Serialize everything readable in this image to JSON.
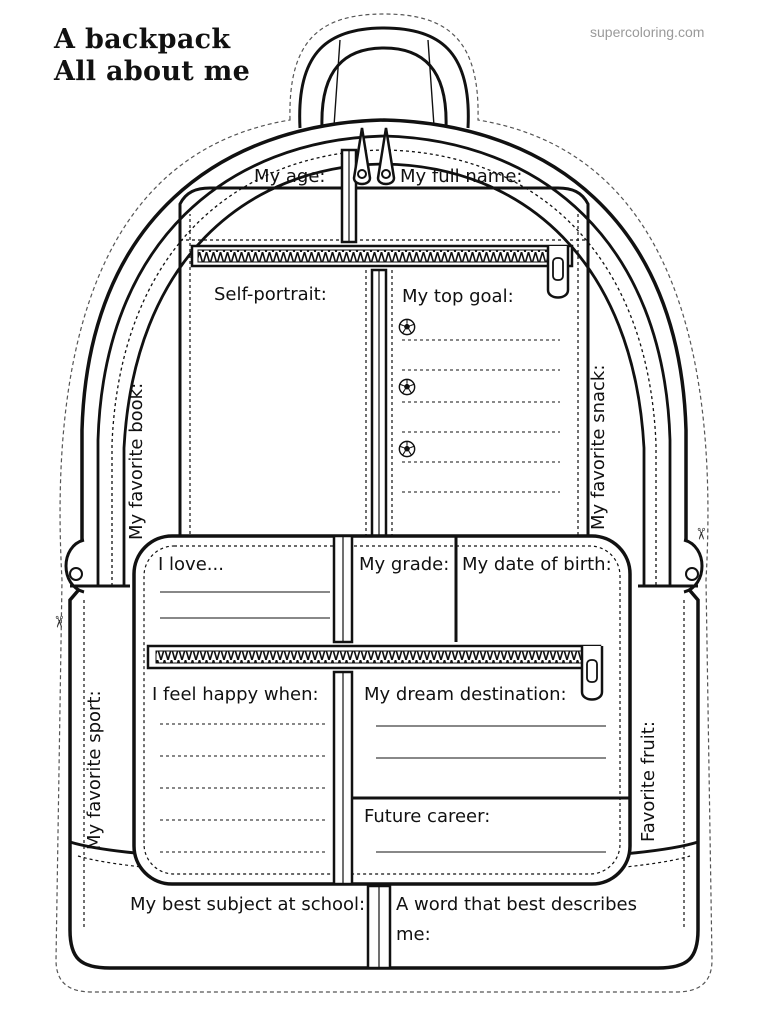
{
  "header": {
    "title_line1": "A backpack",
    "title_line2": "All about me",
    "site": "supercoloring.com"
  },
  "labels": {
    "age": "My age:",
    "full_name": "My full name:",
    "self_portrait": "Self-portrait:",
    "top_goal": "My top goal:",
    "favorite_book": "My favorite book:",
    "favorite_snack": "My favorite snack:",
    "i_love": "I love...",
    "grade": "My grade:",
    "date_of_birth": "My date of birth:",
    "feel_happy": "I feel happy when:",
    "dream_destination": "My dream destination:",
    "favorite_sport": "My favorite sport:",
    "favorite_fruit": "Favorite fruit:",
    "future_career": "Future career:",
    "best_subject": "My best subject at school:",
    "word_line1": "A word that best describes",
    "word_line2": "me:"
  },
  "icons": {
    "goal_bullet": "soccer-ball-icon",
    "cut_mark": "scissors-icon"
  }
}
